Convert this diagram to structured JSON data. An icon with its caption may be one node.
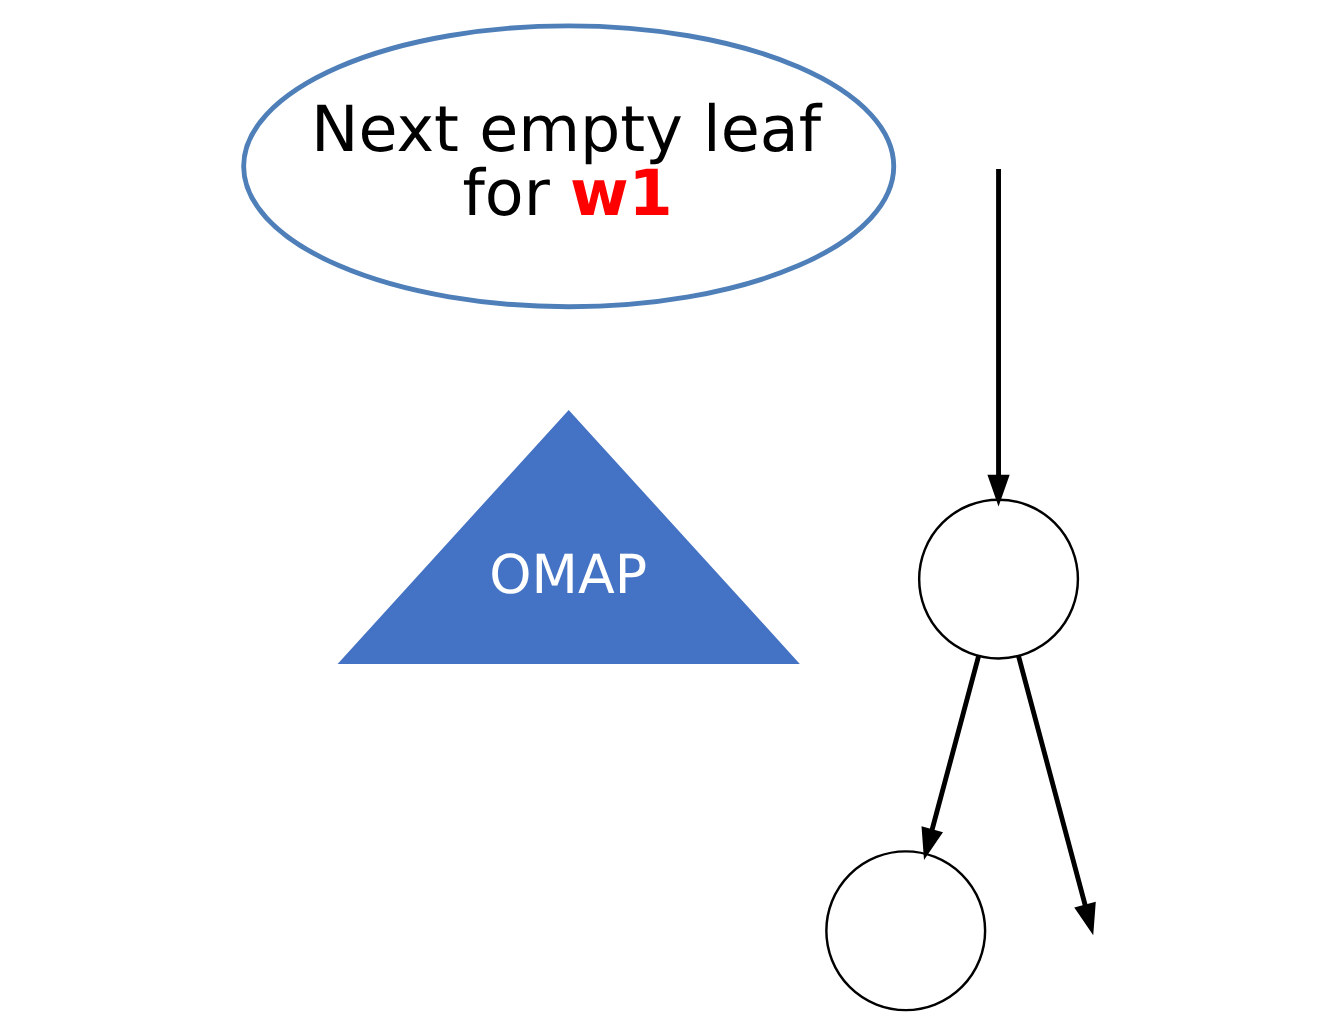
{
  "diagram": {
    "nodes": [
      {
        "text": [
          "Next empty leaf for **w1**"
        ]
      },
      {
        "text": [
          "OMAP"
        ]
      },
      {
        "text": [],
        "shape": "circle"
      },
      {
        "text": [],
        "shape": "circle"
      }
    ],
    "edges": [
      {
        "from": null,
        "to": 2,
        "arrow": "to"
      },
      {
        "from": 2,
        "to": 3,
        "arrow": "to"
      },
      {
        "from": 2,
        "to": null,
        "arrow": "to"
      }
    ]
  }
}
